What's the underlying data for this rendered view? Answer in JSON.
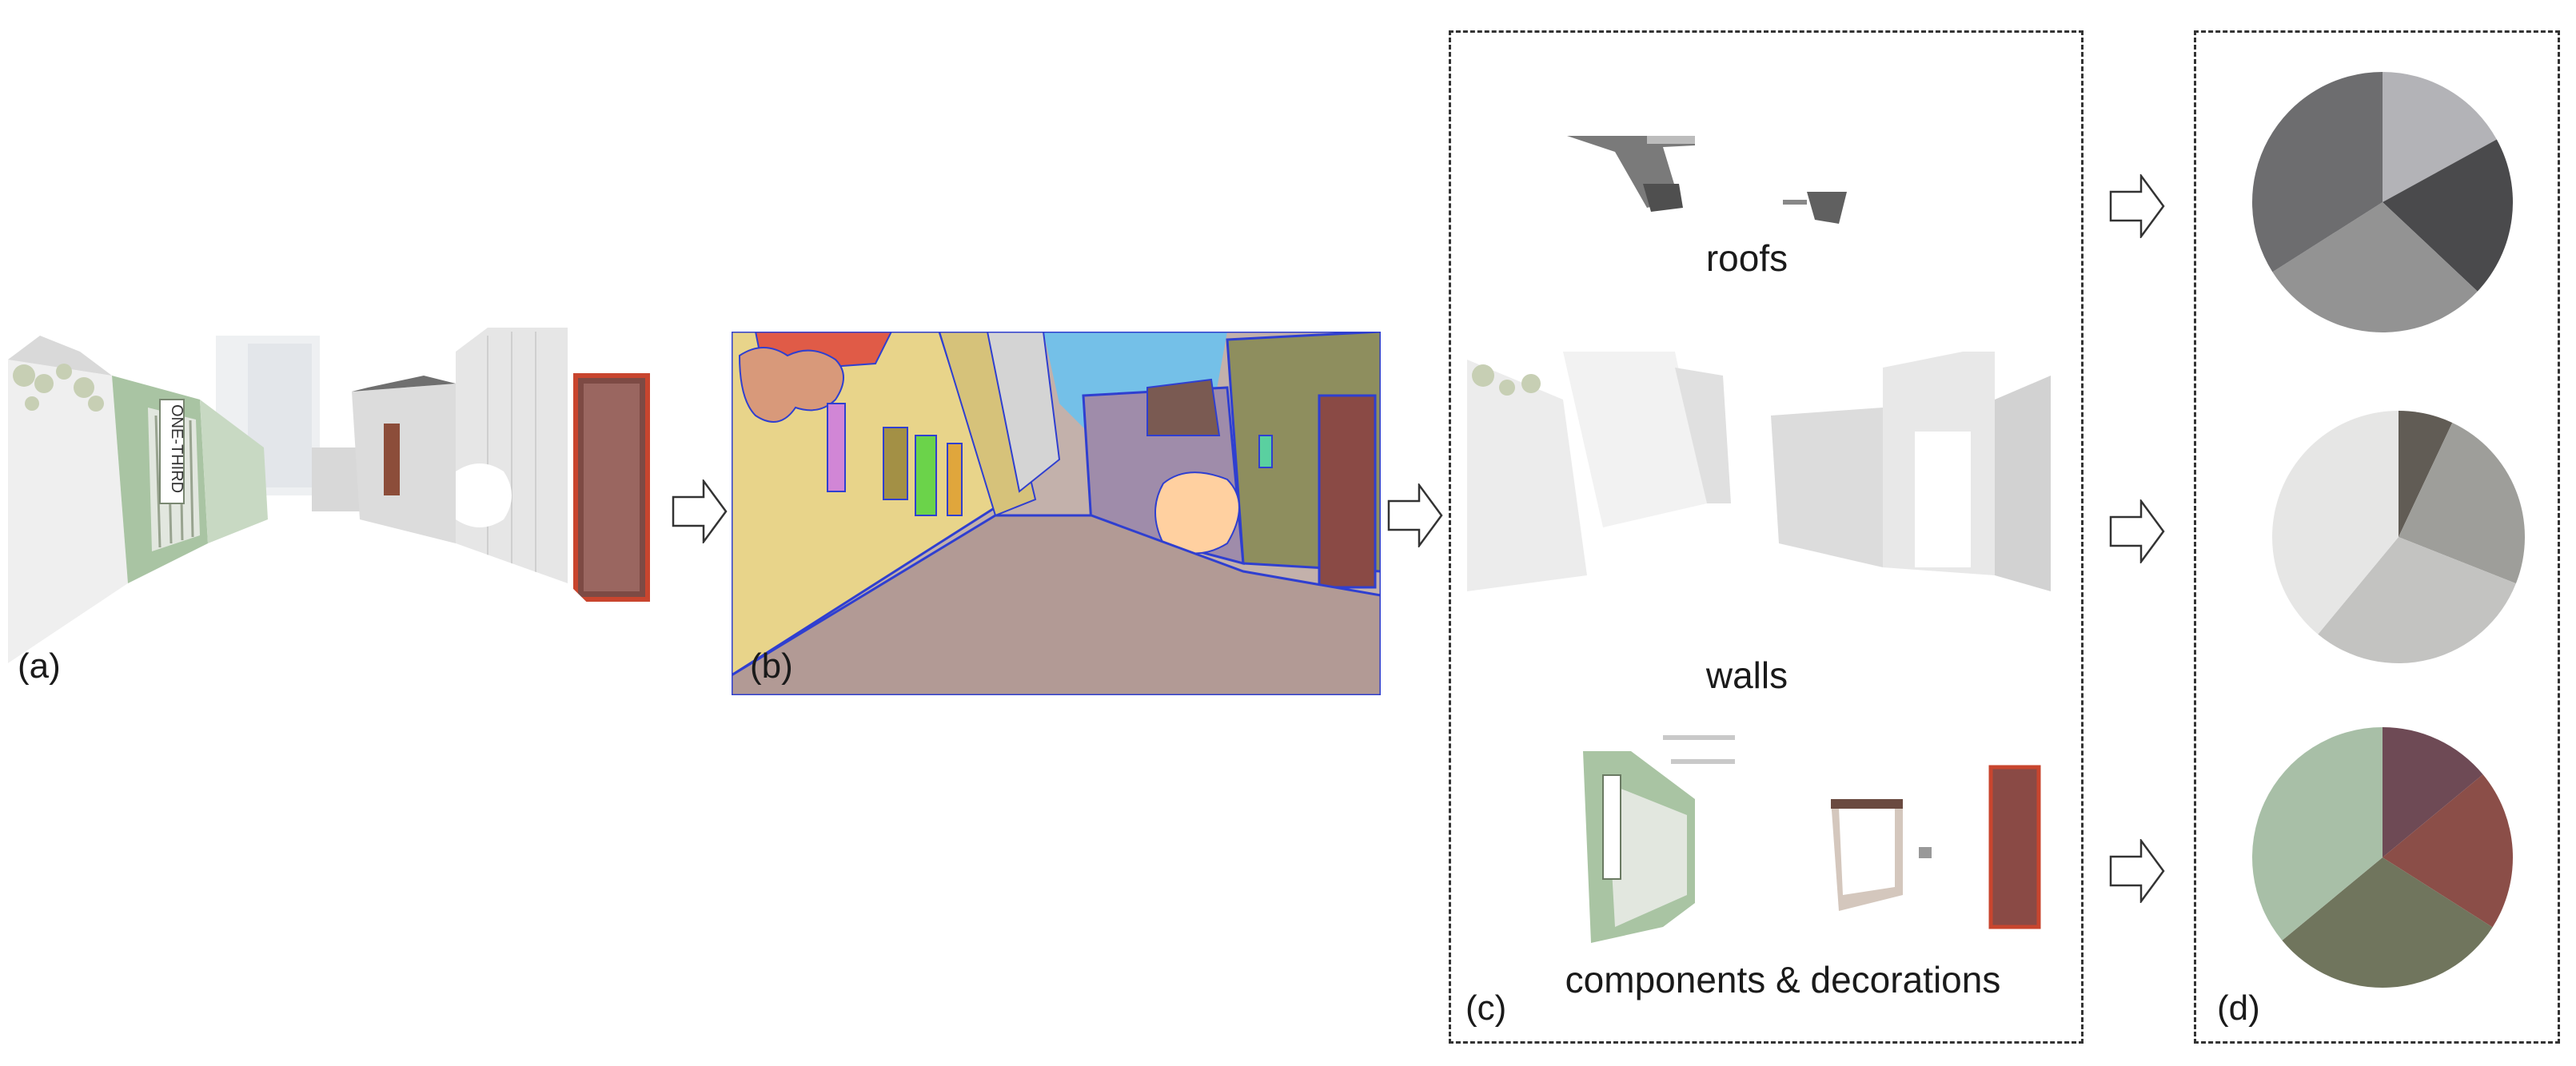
{
  "labels": {
    "a": "(a)",
    "b": "(b)",
    "c": "(c)",
    "d": "(d)"
  },
  "captions": {
    "roofs": "roofs",
    "walls": "walls",
    "components": "components & decorations"
  },
  "sign_text": "ONE-THIRD",
  "pies": [
    {
      "slices": [
        {
          "value": 0.17,
          "color": "#b3b3b7"
        },
        {
          "value": 0.2,
          "color": "#4a4a4c"
        },
        {
          "value": 0.29,
          "color": "#939393"
        },
        {
          "value": 0.34,
          "color": "#6d6d6f"
        }
      ]
    },
    {
      "slices": [
        {
          "value": 0.07,
          "color": "#615c55"
        },
        {
          "value": 0.24,
          "color": "#9e9e9a"
        },
        {
          "value": 0.3,
          "color": "#c3c3c1"
        },
        {
          "value": 0.39,
          "color": "#e6e6e5"
        }
      ]
    },
    {
      "slices": [
        {
          "value": 0.14,
          "color": "#6e4a55"
        },
        {
          "value": 0.2,
          "color": "#8b4e48"
        },
        {
          "value": 0.3,
          "color": "#70755d"
        },
        {
          "value": 0.36,
          "color": "#a8bfa7"
        }
      ]
    }
  ],
  "colors": {
    "segmentation_road": "#b29a95",
    "segmentation_sky": "#74c0e8",
    "segmentation_left_wall": "#e8d48a",
    "segmentation_right_wall": "#8e8e5e",
    "segmentation_outline": "#2f3fd0"
  }
}
